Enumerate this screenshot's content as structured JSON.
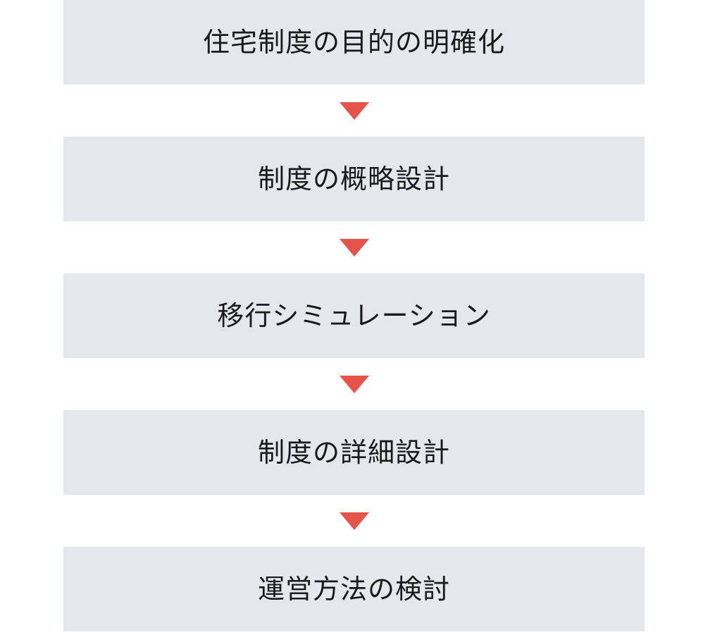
{
  "steps": [
    {
      "label": "住宅制度の目的の明確化"
    },
    {
      "label": "制度の概略設計"
    },
    {
      "label": "移行シミュレーション"
    },
    {
      "label": "制度の詳細設計"
    },
    {
      "label": "運営方法の検討"
    }
  ],
  "colors": {
    "box_background": "#e4e8ec",
    "arrow": "#e5534b",
    "text": "#1a1a1a"
  }
}
